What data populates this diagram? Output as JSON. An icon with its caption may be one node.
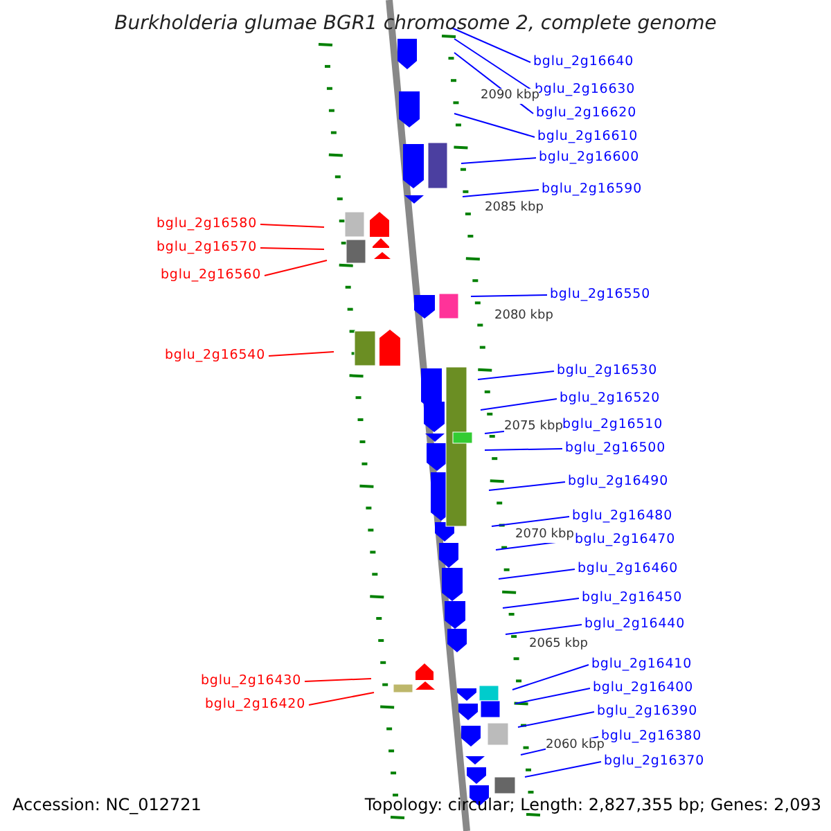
{
  "diagram": {
    "title": "Burkholderia glumae BGR1 chromosome 2, complete genome",
    "nodes": [
      {
        "text": [
          "bglu_2g16640"
        ]
      },
      {
        "text": [
          "bglu_2g16630"
        ]
      },
      {
        "text": [
          "bglu_2g16620"
        ]
      },
      {
        "text": [
          "bglu_2g16610"
        ]
      },
      {
        "text": [
          "bglu_2g16600"
        ]
      },
      {
        "text": [
          "bglu_2g16590"
        ]
      },
      {
        "text": [
          "bglu_2g16580"
        ]
      },
      {
        "text": [
          "bglu_2g16570"
        ]
      },
      {
        "text": [
          "bglu_2g16560"
        ]
      },
      {
        "text": [
          "bglu_2g16550"
        ]
      },
      {
        "text": [
          "bglu_2g16540"
        ]
      },
      {
        "text": [
          "bglu_2g16530"
        ]
      },
      {
        "text": [
          "bglu_2g16520"
        ]
      },
      {
        "text": [
          "bglu_2g16510"
        ]
      },
      {
        "text": [
          "bglu_2g16500"
        ]
      },
      {
        "text": [
          "bglu_2g16490"
        ]
      },
      {
        "text": [
          "bglu_2g16480"
        ]
      },
      {
        "text": [
          "bglu_2g16470"
        ]
      },
      {
        "text": [
          "bglu_2g16460"
        ]
      },
      {
        "text": [
          "bglu_2g16450"
        ]
      },
      {
        "text": [
          "bglu_2g16440"
        ]
      },
      {
        "text": [
          "bglu_2g16430"
        ]
      },
      {
        "text": [
          "bglu_2g16420"
        ]
      },
      {
        "text": [
          "bglu_2g16410"
        ]
      },
      {
        "text": [
          "bglu_2g16400"
        ]
      },
      {
        "text": [
          "bglu_2g16390"
        ]
      },
      {
        "text": [
          "bglu_2g16380"
        ]
      },
      {
        "text": [
          "bglu_2g16370"
        ]
      }
    ],
    "edges": [
      {
        "from": 0,
        "to": null,
        "arrow": "none"
      },
      {
        "from": 1,
        "to": null,
        "arrow": "none"
      },
      {
        "from": 2,
        "to": null,
        "arrow": "none"
      },
      {
        "from": 3,
        "to": null,
        "arrow": "none"
      },
      {
        "from": 4,
        "to": null,
        "arrow": "none"
      },
      {
        "from": 5,
        "to": null,
        "arrow": "none"
      },
      {
        "from": 6,
        "to": null,
        "arrow": "none",
        "color": "#ff0000"
      },
      {
        "from": 7,
        "to": null,
        "arrow": "none",
        "color": "#ff0000"
      },
      {
        "from": 8,
        "to": null,
        "arrow": "none",
        "color": "#ff0000"
      },
      {
        "from": 9,
        "to": null,
        "arrow": "none"
      },
      {
        "from": 10,
        "to": null,
        "arrow": "none",
        "color": "#ff0000"
      },
      {
        "from": 11,
        "to": null,
        "arrow": "none"
      },
      {
        "from": 12,
        "to": null,
        "arrow": "none"
      },
      {
        "from": 13,
        "to": null,
        "arrow": "none"
      },
      {
        "from": 14,
        "to": null,
        "arrow": "none"
      },
      {
        "from": 15,
        "to": null,
        "arrow": "none"
      },
      {
        "from": 16,
        "to": null,
        "arrow": "none"
      },
      {
        "from": 17,
        "to": null,
        "arrow": "none"
      },
      {
        "from": 18,
        "to": null,
        "arrow": "none"
      },
      {
        "from": 19,
        "to": null,
        "arrow": "none"
      },
      {
        "from": 20,
        "to": null,
        "arrow": "none"
      },
      {
        "from": 21,
        "to": null,
        "arrow": "none",
        "color": "#ff0000"
      },
      {
        "from": 22,
        "to": null,
        "arrow": "none",
        "color": "#ff0000"
      },
      {
        "from": 23,
        "to": null,
        "arrow": "none"
      },
      {
        "from": 24,
        "to": null,
        "arrow": "none"
      },
      {
        "from": 25,
        "to": null,
        "arrow": "none"
      },
      {
        "from": 26,
        "to": null,
        "arrow": "none"
      },
      {
        "from": 27,
        "to": null,
        "arrow": "none"
      }
    ],
    "labels": [
      "2090 kbp",
      "2085 kbp",
      "2080 kbp",
      "2075 kbp",
      "2070 kbp",
      "2065 kbp",
      "2060 kbp",
      "Accession: NC_012721",
      "Topology: circular; Length: 2,827,355 bp; Genes: 2,093"
    ]
  }
}
